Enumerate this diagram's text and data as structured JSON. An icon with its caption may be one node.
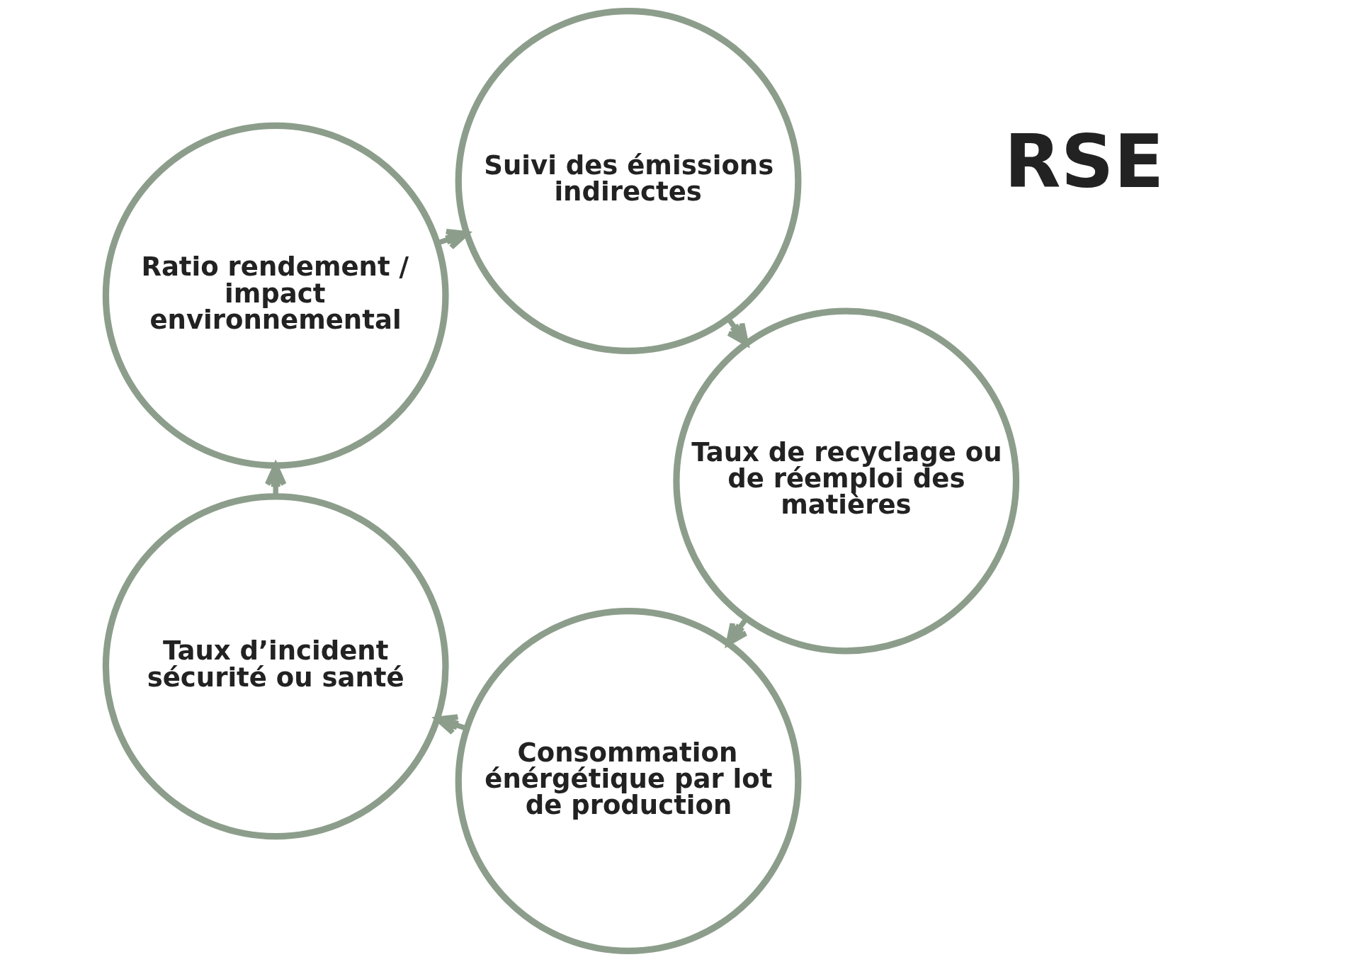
{
  "diagram": {
    "nodes": [
      {
        "text": [
          "Consommation énérgétique par lot de production"
        ]
      },
      {
        "text": [
          "Taux d’incident sécurité ou santé"
        ]
      },
      {
        "text": [
          "Ratio rendement / impact environnemental"
        ]
      },
      {
        "text": [
          "Suivi des émissions indirectes"
        ]
      },
      {
        "text": [
          "Taux de recyclage ou de réemploi des matières"
        ]
      }
    ],
    "edges": [
      {
        "from": 0,
        "to": 1,
        "arrow": "to"
      },
      {
        "from": 1,
        "to": 2,
        "arrow": "to"
      },
      {
        "from": 2,
        "to": 3,
        "arrow": "to"
      },
      {
        "from": 3,
        "to": 4,
        "arrow": "to"
      },
      {
        "from": 4,
        "to": 0,
        "arrow": "to"
      }
    ],
    "labels": [
      "RSE"
    ]
  }
}
